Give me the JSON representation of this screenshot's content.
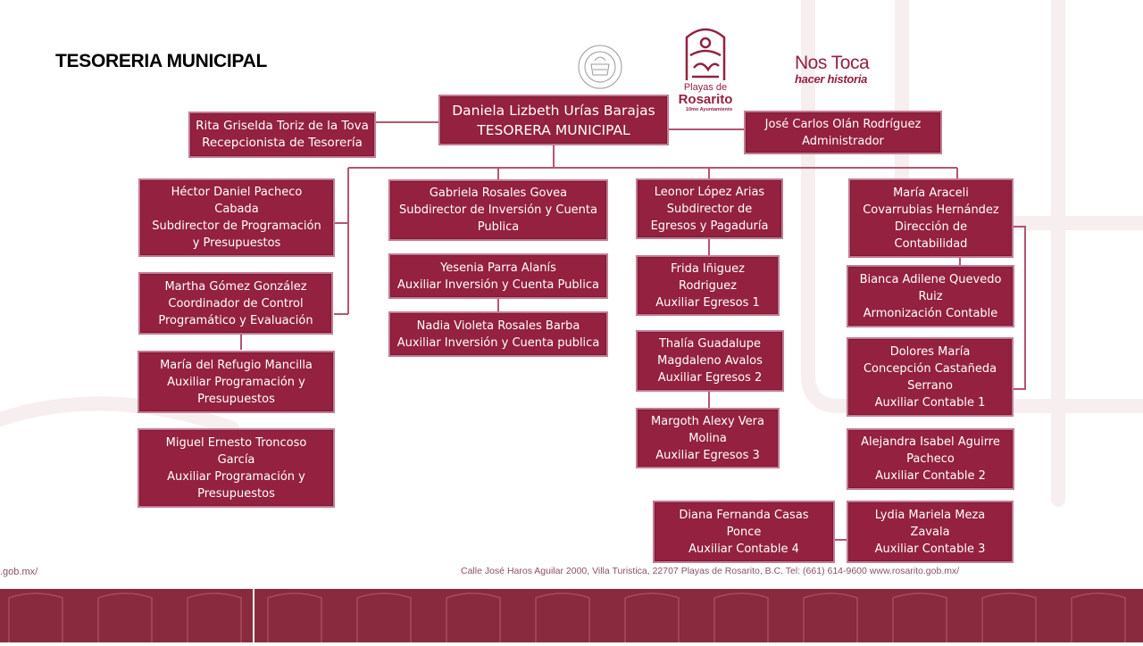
{
  "page": {
    "title": "TESORERIA MUNICIPAL"
  },
  "logos": {
    "rosarito": {
      "line1": "Playas de",
      "line2": "Rosarito",
      "line3": "10mo Ayuntamiento"
    },
    "slogan": {
      "line1": "Nos Toca",
      "line2": "hacer historia"
    }
  },
  "footer": {
    "address": "Calle José Haros Aguilar 2000, Villa Turistica, 22707 Playas de Rosarito, B.C. Tel: (661) 614-9600  www.rosarito.gob.mx/",
    "url_left": ".gob.mx/"
  },
  "colors": {
    "box_fill": "#93213f",
    "box_border": "#c47a93",
    "connector": "#b5556f",
    "footer_band": "#8a2a3e"
  },
  "org": {
    "tesorera": {
      "name": "Daniela Lizbeth Urías Barajas",
      "role": "TESORERA MUNICIPAL"
    },
    "recepcionista": {
      "lines": [
        "Rita Griselda Toriz de la Tova",
        "Recepcionista de Tesorería"
      ]
    },
    "administrador": {
      "lines": [
        "José Carlos Olán Rodríguez",
        "Administrador"
      ]
    },
    "programacion": {
      "subdirector": {
        "lines": [
          "Héctor Daniel Pacheco",
          "Cabada",
          "Subdirector de Programación",
          "y Presupuestos"
        ]
      },
      "coordinador": {
        "lines": [
          "Martha Gómez González",
          "Coordinador de Control",
          "Programático y Evaluación"
        ]
      },
      "auxiliar1": {
        "lines": [
          "María del Refugio Mancilla",
          "Auxiliar Programación y",
          "Presupuestos"
        ]
      },
      "auxiliar2": {
        "lines": [
          "Miguel Ernesto Troncoso",
          "García",
          "Auxiliar Programación y",
          "Presupuestos"
        ]
      }
    },
    "inversion": {
      "subdirector": {
        "lines": [
          "Gabriela Rosales Govea",
          "Subdirector de Inversión y Cuenta",
          "Publica"
        ]
      },
      "auxiliar1": {
        "lines": [
          "Yesenia Parra Alanís",
          "Auxiliar Inversión y Cuenta Publica"
        ]
      },
      "auxiliar2": {
        "lines": [
          "Nadia Violeta Rosales Barba",
          "Auxiliar Inversión y Cuenta publica"
        ]
      }
    },
    "egresos": {
      "subdirector": {
        "lines": [
          "Leonor López Arias",
          "Subdirector de",
          "Egresos y Pagaduría"
        ]
      },
      "auxiliar1": {
        "lines": [
          "Frida Iñiguez",
          "Rodriguez",
          "Auxiliar Egresos 1"
        ]
      },
      "auxiliar2": {
        "lines": [
          "Thalía Guadalupe",
          "Magdaleno Avalos",
          "Auxiliar Egresos 2"
        ]
      },
      "auxiliar3": {
        "lines": [
          "Margoth Alexy Vera",
          "Molina",
          "Auxiliar Egresos 3"
        ]
      }
    },
    "contabilidad": {
      "director": {
        "lines": [
          "María Araceli",
          "Covarrubias Hernández",
          "Dirección de",
          "Contabilidad"
        ]
      },
      "armonizacion": {
        "lines": [
          "Bianca Adilene Quevedo",
          "Ruiz",
          "Armonización Contable"
        ]
      },
      "auxiliar1": {
        "lines": [
          "Dolores María",
          "Concepción Castañeda",
          "Serrano",
          "Auxiliar Contable 1"
        ]
      },
      "auxiliar2": {
        "lines": [
          "Alejandra Isabel Aguirre",
          "Pacheco",
          "Auxiliar Contable 2"
        ]
      },
      "auxiliar3": {
        "lines": [
          "Lydia Mariela Meza",
          "Zavala",
          "Auxiliar Contable 3"
        ]
      },
      "auxiliar4": {
        "lines": [
          "Diana Fernanda Casas",
          "Ponce",
          "Auxiliar Contable 4"
        ]
      }
    }
  }
}
